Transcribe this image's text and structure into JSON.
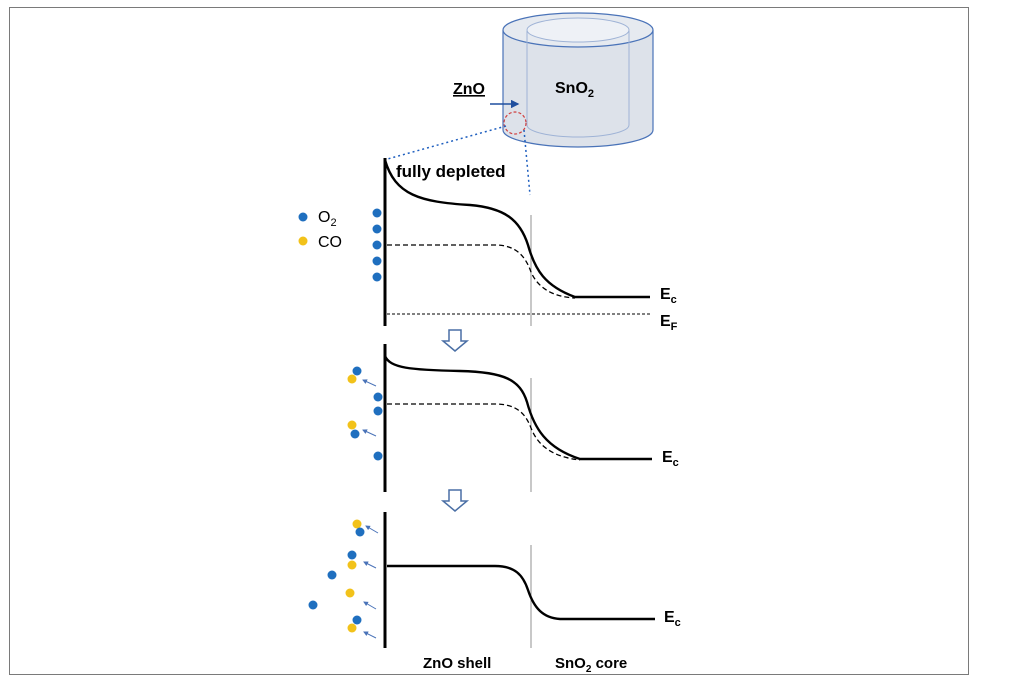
{
  "cylinder": {
    "core_label": "SnO",
    "core_sub": "2",
    "shell_label": "ZnO"
  },
  "highlight": {
    "text": "fully depleted",
    "color": "#c0504d"
  },
  "legend": [
    {
      "label": "O",
      "sub": "2",
      "color": "#1f6fbf"
    },
    {
      "label": "CO",
      "sub": "",
      "color": "#f2c21a"
    }
  ],
  "band_labels": {
    "ec_main": "E",
    "ec_sub": "c",
    "ef_main": "E",
    "ef_sub": "F"
  },
  "axis_labels": {
    "shell": "ZnO shell",
    "core_main": "SnO",
    "core_sub": "2",
    "core_rest": " core"
  },
  "colors": {
    "o2": "#1f6fbf",
    "co": "#f2c21a",
    "arrow": "#4a73b8",
    "cylinder_fill": "#dde2ea",
    "cylinder_stroke": "#4a73b8",
    "guide": "#1f5fbf"
  }
}
